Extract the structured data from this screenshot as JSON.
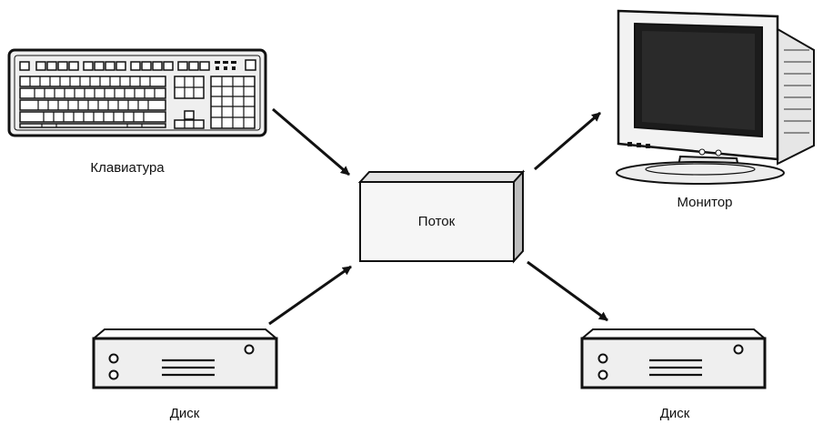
{
  "labels": {
    "keyboard": "Клавиатура",
    "stream": "Поток",
    "monitor": "Монитор",
    "disk_input": "Диск",
    "disk_output": "Диск"
  },
  "colors": {
    "ink": "#111111",
    "box_face": "#f6f6f6",
    "box_side": "#bdbdbd",
    "screen": "#1c1c1c",
    "device_body": "#efefef"
  }
}
